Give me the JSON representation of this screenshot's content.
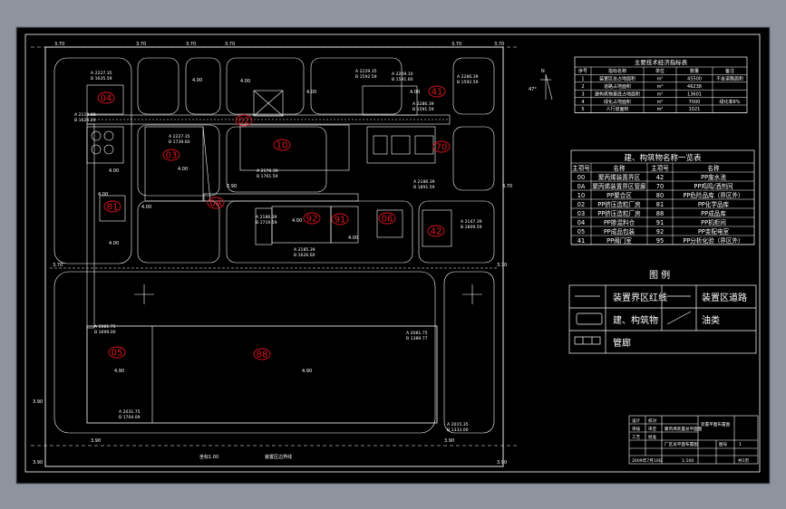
{
  "colors": {
    "background": "#8e939d",
    "canvas": "#000000",
    "line": "#ffffff",
    "label": "#e0141e"
  },
  "plan": {
    "bottom_note_left": "坐标1.00",
    "bottom_note_right": "装置区边界线",
    "dim_labels": [
      "3.70",
      "3.70",
      "3.70",
      "3.70",
      "3.70",
      "3.70",
      "3.70",
      "3.70",
      "3.70",
      "3.90",
      "3.90",
      "3.90",
      "3.90",
      "3.90",
      "3.90"
    ],
    "elevations": [
      "4.00",
      "4.00",
      "4.00",
      "4.00",
      "4.00",
      "4.00",
      "4.00",
      "4.00",
      "4.00",
      "4.00",
      "4.00",
      "4.90",
      "4.90"
    ],
    "coord_notes": [
      "A 2227.35\nB 1635.59",
      "A 2229.35\nB 1592.59",
      "A 2286.39\nB 1592.59",
      "A 2286.39\nB 1591.59",
      "A 2227.35\nB 1739.60",
      "A 2269.10\nB 1591.60",
      "A 2176.39\nB 1761.59",
      "A 2186.39\nB 1719.59",
      "A 2186.39\nB 1891.59",
      "A 2147.39\nB 1809.59",
      "A 2119.98\nB 1626.20",
      "A 2185.39\nB 1626.60",
      "A 2081.75\nB 1699.00",
      "A 2081.75\nB 1389.77",
      "A 2031.75\nB 1704.09",
      "A 2015.35\nB 1333.00"
    ],
    "building_labels": [
      {
        "id": "04"
      },
      {
        "id": "41"
      },
      {
        "id": "70"
      },
      {
        "id": "02"
      },
      {
        "id": "10"
      },
      {
        "id": "03"
      },
      {
        "id": "0A"
      },
      {
        "id": "81"
      },
      {
        "id": "92"
      },
      {
        "id": "91"
      },
      {
        "id": "06"
      },
      {
        "id": "42"
      },
      {
        "id": "05"
      },
      {
        "id": "88"
      }
    ]
  },
  "tech_table": {
    "title": "主要技术经济指标表",
    "headers": [
      "序号",
      "指标名称",
      "单位",
      "数量",
      "备注"
    ],
    "rows": [
      [
        "1",
        "装置区总占地面积",
        "m²",
        "45500",
        "不含道路面积"
      ],
      [
        "2",
        "道路占地面积",
        "m²",
        "46238",
        ""
      ],
      [
        "3",
        "建构筑物基底占地面积",
        "m²",
        "13601",
        ""
      ],
      [
        "4",
        "绿化占地面积",
        "m²",
        "7000",
        "绿化率8%"
      ],
      [
        "5",
        "人行道面积",
        "m²",
        "1021",
        ""
      ]
    ]
  },
  "building_table": {
    "title": "建、构筑物名称一览表",
    "headers": [
      "主项号",
      "名称",
      "主项号",
      "名称"
    ],
    "rows": [
      [
        "00",
        "聚丙烯装置界区",
        "42",
        "PP废水池"
      ],
      [
        "0A",
        "聚丙烯装置界区管廊",
        "70",
        "PP鸡鸣/洒剂间"
      ],
      [
        "10",
        "PP聚合区",
        "80",
        "PP危险品库（界区外）"
      ],
      [
        "02",
        "PP挤压造粒厂房",
        "81",
        "PP化学品库"
      ],
      [
        "03",
        "PP挤压造粒厂房",
        "88",
        "PP成品库"
      ],
      [
        "04",
        "PP掺混料仓",
        "91",
        "PP机柜间"
      ],
      [
        "05",
        "PP成品包装",
        "92",
        "PP变配电室"
      ],
      [
        "41",
        "PP阀门室",
        "95",
        "PP分析化验（界区外）"
      ]
    ]
  },
  "legend": {
    "title": "图  例",
    "items": [
      {
        "label": "装置界区红线"
      },
      {
        "label": "装置区道路"
      },
      {
        "label": "建、构筑物"
      },
      {
        "label": "油类"
      },
      {
        "label": "管廊"
      }
    ]
  },
  "north": {
    "label": "N",
    "angle": "47°"
  },
  "title_block": {
    "cells": [
      "设计",
      "审核",
      "工艺",
      "校对",
      "审定",
      "批准"
    ],
    "project": "聚丙烯装置总平面图",
    "drawing": "装置平面布置图",
    "company": "厂区总平面布置图",
    "date": "2009年7月10日",
    "scale": "1:100",
    "sheet": "图号",
    "page": "共1页",
    "page_no": "1"
  }
}
